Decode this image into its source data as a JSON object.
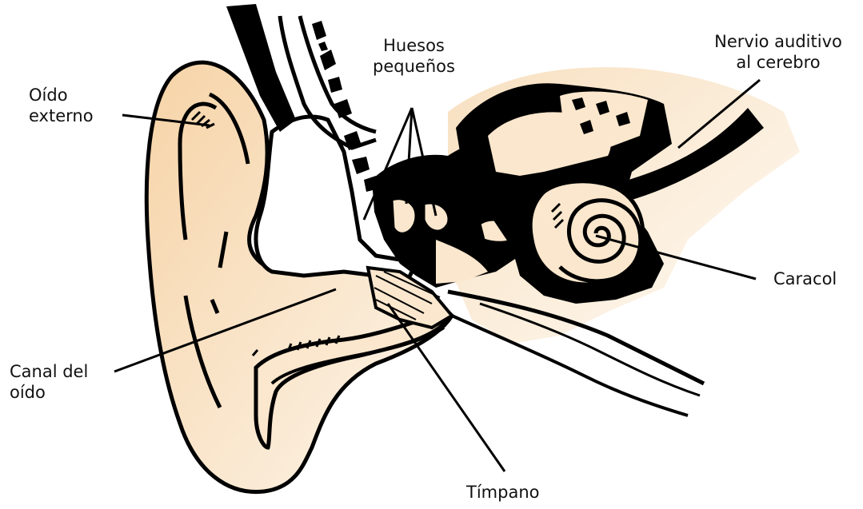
{
  "labels": {
    "outer_ear": [
      "Oído",
      "externo"
    ],
    "small_bones": [
      "Huesos",
      "pequeños"
    ],
    "auditory_nerve": [
      "Nervio auditivo",
      "al cerebro"
    ],
    "cochlea": "Caracol",
    "ear_canal": [
      "Canal del",
      "oído"
    ],
    "eardrum": "Tímpano"
  },
  "colors": {
    "skin_light": "#fdf3e6",
    "skin_mid": "#f8dcb5",
    "outline": "#000000",
    "background": "#ffffff"
  }
}
